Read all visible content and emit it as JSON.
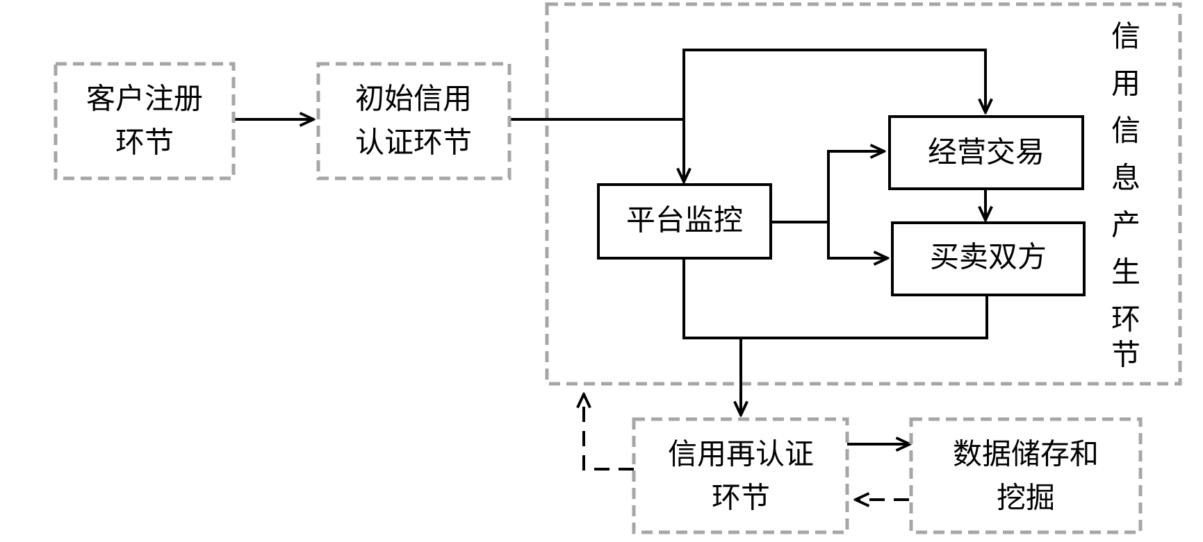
{
  "nodes": {
    "register": {
      "line1": "客户注册",
      "line2": "环节"
    },
    "initial_cert": {
      "line1": "初始信用",
      "line2": "认证环节"
    },
    "platform_monitor": {
      "label": "平台监控"
    },
    "business_trade": {
      "label": "经营交易"
    },
    "buyers_sellers": {
      "label": "买卖双方"
    },
    "recert": {
      "line1": "信用再认证",
      "line2": "环节"
    },
    "storage_mining": {
      "line1": "数据储存和",
      "line2": "挖掘"
    }
  },
  "group": {
    "chars": [
      "信",
      "用",
      "信",
      "息",
      "产",
      "生",
      "环",
      "节"
    ]
  }
}
